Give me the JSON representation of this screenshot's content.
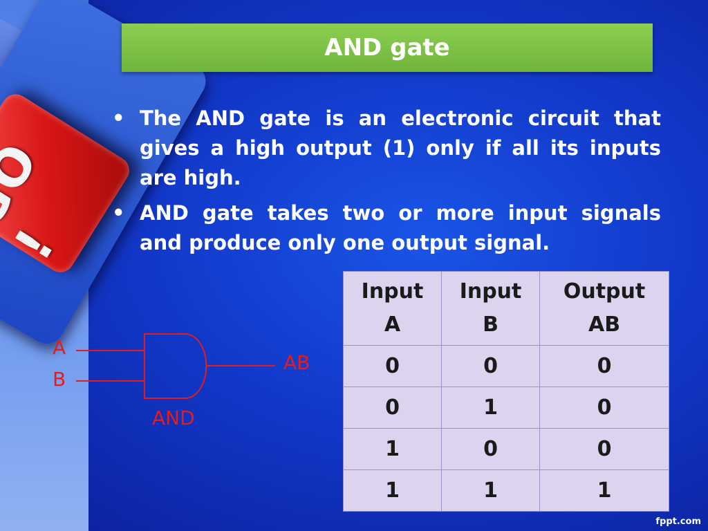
{
  "title": "AND gate",
  "bullets": [
    "The AND gate is an electronic circuit that gives a high output (1) only if all its inputs are high.",
    "AND gate takes two or more input signals and produce only one output signal."
  ],
  "bullet_symbol": "•",
  "decoration": {
    "key_text": "GO !"
  },
  "diagram": {
    "input_a": "A",
    "input_b": "B",
    "output": "AB",
    "gate_name": "AND"
  },
  "table": {
    "headers": [
      [
        "Input",
        "A"
      ],
      [
        "Input",
        "B"
      ],
      [
        "Output",
        "AB"
      ]
    ],
    "rows": [
      [
        "0",
        "0",
        "0"
      ],
      [
        "0",
        "1",
        "0"
      ],
      [
        "1",
        "0",
        "0"
      ],
      [
        "1",
        "1",
        "1"
      ]
    ]
  },
  "footer": "fppt.com",
  "colors": {
    "title_bar": "#7fc146",
    "background": "#1238c9",
    "diagram_red": "#e01e1e",
    "table_fill": "#dcd3ee"
  }
}
